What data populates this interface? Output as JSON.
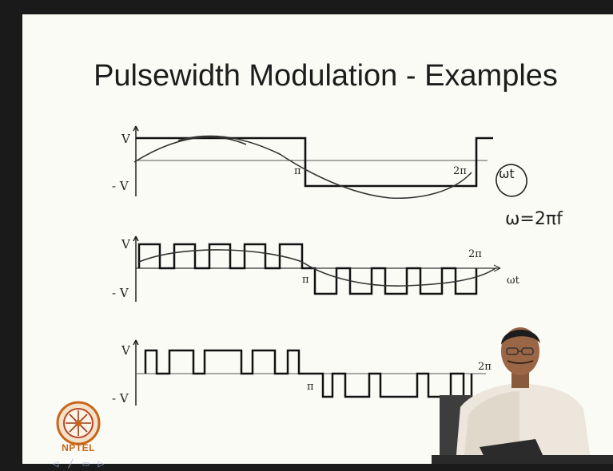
{
  "slide": {
    "title": "Pulsewidth Modulation - Examples",
    "waveforms": [
      {
        "level_high": "V",
        "level_low": "- V",
        "pi_label": "π",
        "two_pi_label": "2π",
        "axis_label": ""
      },
      {
        "level_high": "V",
        "level_low": "- V",
        "pi_label": "π",
        "two_pi_label": "2π",
        "axis_label": "ωt"
      },
      {
        "level_high": "V",
        "level_low": "- V",
        "pi_label": "π",
        "two_pi_label": "2π",
        "axis_label": ""
      }
    ],
    "annotations": {
      "omega_t": "ωt",
      "omega_eq": "ω=2πf"
    }
  },
  "logo": {
    "text": "NPTEL"
  },
  "nav": {
    "icons": [
      "arrow-left-icon",
      "pen-icon",
      "menu-icon",
      "arrow-right-icon"
    ]
  },
  "colors": {
    "slide_bg": "#fbfbf6",
    "ink": "#1c1c1c",
    "logo_orange": "#c9651a"
  }
}
